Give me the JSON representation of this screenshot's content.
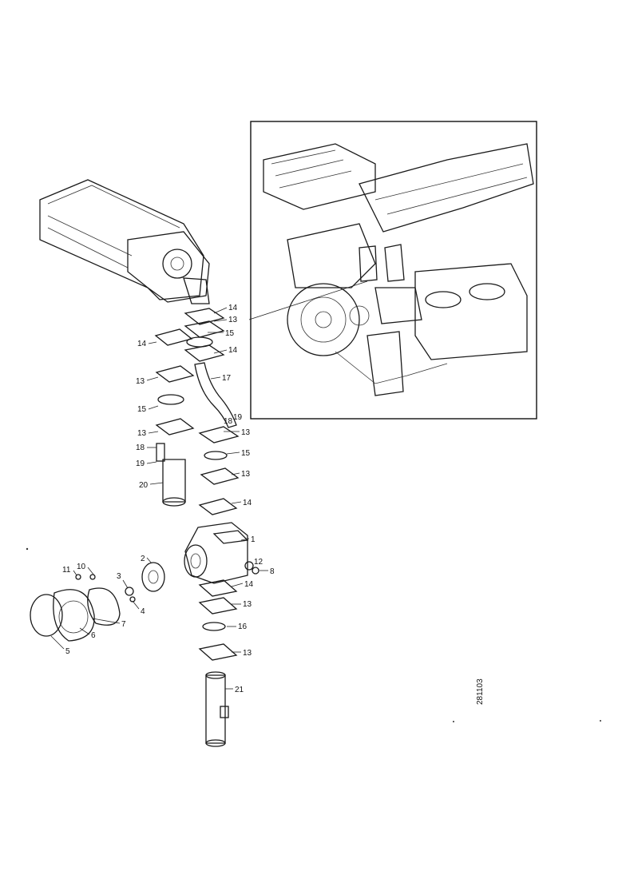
{
  "callouts": [
    {
      "id": "c14a",
      "label": "14"
    },
    {
      "id": "c13a",
      "label": "13"
    },
    {
      "id": "c15a",
      "label": "15"
    },
    {
      "id": "c14b",
      "label": "14"
    },
    {
      "id": "c14c",
      "label": "14"
    },
    {
      "id": "c17",
      "label": "17"
    },
    {
      "id": "c13b",
      "label": "13"
    },
    {
      "id": "c15b",
      "label": "15"
    },
    {
      "id": "c13c",
      "label": "13"
    },
    {
      "id": "c18a",
      "label": "18"
    },
    {
      "id": "c19a",
      "label": "19"
    },
    {
      "id": "c18b",
      "label": "18"
    },
    {
      "id": "c19b",
      "label": "19"
    },
    {
      "id": "c13d",
      "label": "13"
    },
    {
      "id": "c15c",
      "label": "15"
    },
    {
      "id": "c13e",
      "label": "13"
    },
    {
      "id": "c14d",
      "label": "14"
    },
    {
      "id": "c20",
      "label": "20"
    },
    {
      "id": "c1",
      "label": "1"
    },
    {
      "id": "c2",
      "label": "2"
    },
    {
      "id": "c12",
      "label": "12"
    },
    {
      "id": "c8",
      "label": "8"
    },
    {
      "id": "c11",
      "label": "11"
    },
    {
      "id": "c10",
      "label": "10"
    },
    {
      "id": "c3",
      "label": "3"
    },
    {
      "id": "c4",
      "label": "4"
    },
    {
      "id": "c14e",
      "label": "14"
    },
    {
      "id": "c13f",
      "label": "13"
    },
    {
      "id": "c7",
      "label": "7"
    },
    {
      "id": "c6",
      "label": "6"
    },
    {
      "id": "c5",
      "label": "5"
    },
    {
      "id": "c16",
      "label": "16"
    },
    {
      "id": "c13g",
      "label": "13"
    },
    {
      "id": "c21",
      "label": "21"
    }
  ],
  "drawing_code": "281103"
}
